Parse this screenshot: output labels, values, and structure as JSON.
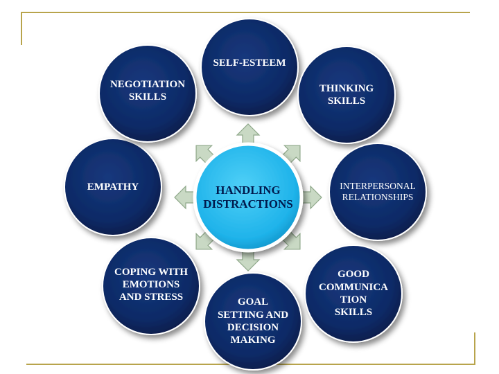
{
  "colors": {
    "accent_line": "#b8a44c",
    "outer_circle": "#0d2a66",
    "outer_circle_dark": "#071a45",
    "center_circle": "#1fb3ea",
    "arrow_fill": "#c9d9c4",
    "arrow_stroke": "#8fa88a"
  },
  "center": {
    "label": "HANDLING\nDISTRACTIONS"
  },
  "nodes": [
    {
      "id": "self-esteem",
      "label": "SELF-ESTEEM",
      "style": "bold"
    },
    {
      "id": "thinking-skills",
      "label": "THINKING\nSKILLS",
      "style": "bold"
    },
    {
      "id": "interpersonal-relationships",
      "label": "INTERPERSONAL\nRELATIONSHIPS",
      "style": "plain"
    },
    {
      "id": "good-communication-skills",
      "label": "GOOD\nCOMMUNICA\nTION\nSKILLS",
      "style": "bold"
    },
    {
      "id": "goal-setting",
      "label": "GOAL\nSETTING AND\nDECISION\nMAKING",
      "style": "bold"
    },
    {
      "id": "coping-with-emotions",
      "label": "COPING WITH\nEMOTIONS\nAND STRESS",
      "style": "bold"
    },
    {
      "id": "empathy",
      "label": "EMPATHY",
      "style": "bold"
    },
    {
      "id": "negotiation-skills",
      "label": "NEGOTIATION\nSKILLS",
      "style": "bold"
    }
  ]
}
